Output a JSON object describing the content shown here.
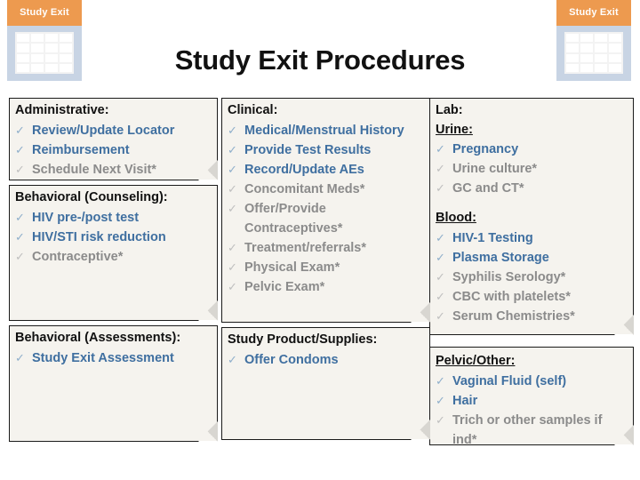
{
  "badges": {
    "label": "Study Exit",
    "icon": "calendar-grid-icon",
    "tab_color": "#ED9A4F",
    "panel_color": "#C8D4E4"
  },
  "title": "Study Exit Procedures",
  "colors": {
    "active_text": "#3F6FA0",
    "inactive_text": "#8B8B8B",
    "heading_text": "#111111",
    "card_background": "#F5F3EE"
  },
  "columns": [
    {
      "name": "administrative-column",
      "cards": [
        {
          "title": "Administrative:",
          "items": [
            {
              "label": "Review/Update Locator",
              "state": "active"
            },
            {
              "label": "Reimbursement",
              "state": "active"
            },
            {
              "label": "Schedule Next Visit*",
              "state": "inactive"
            }
          ]
        },
        {
          "title": "Behavioral (Counseling):",
          "items": [
            {
              "label": "HIV pre-/post test",
              "state": "active"
            },
            {
              "label": "HIV/STI risk reduction",
              "state": "active"
            },
            {
              "label": "Contraceptive*",
              "state": "inactive"
            }
          ]
        },
        {
          "title": "Behavioral (Assessments):",
          "items": [
            {
              "label": "Study Exit Assessment",
              "state": "active"
            }
          ]
        }
      ]
    },
    {
      "name": "clinical-column",
      "cards": [
        {
          "title": "Clinical:",
          "items": [
            {
              "label": "Medical/Menstrual History",
              "state": "active"
            },
            {
              "label": "Provide Test Results",
              "state": "active"
            },
            {
              "label": "Record/Update AEs",
              "state": "active"
            },
            {
              "label": "Concomitant Meds*",
              "state": "inactive"
            },
            {
              "label": "Offer/Provide Contraceptives*",
              "state": "inactive"
            },
            {
              "label": "Treatment/referrals*",
              "state": "inactive"
            },
            {
              "label": "Physical Exam*",
              "state": "inactive"
            },
            {
              "label": "Pelvic Exam*",
              "state": "inactive"
            }
          ]
        },
        {
          "title": "Study Product/Supplies:",
          "items": [
            {
              "label": "Offer Condoms",
              "state": "active"
            }
          ]
        }
      ]
    },
    {
      "name": "lab-column",
      "cards": [
        {
          "title": "Lab:",
          "sections": [
            {
              "heading": "Urine:",
              "items": [
                {
                  "label": "Pregnancy",
                  "state": "active"
                },
                {
                  "label": "Urine culture*",
                  "state": "inactive"
                },
                {
                  "label": "GC and CT*",
                  "state": "inactive"
                }
              ]
            },
            {
              "heading": "Blood:",
              "items": [
                {
                  "label": "HIV-1 Testing",
                  "state": "active"
                },
                {
                  "label": "Plasma Storage",
                  "state": "active"
                },
                {
                  "label": "Syphilis Serology*",
                  "state": "inactive"
                },
                {
                  "label": "CBC with platelets*",
                  "state": "inactive"
                },
                {
                  "label": "Serum Chemistries*",
                  "state": "inactive"
                }
              ]
            }
          ]
        },
        {
          "title": "",
          "sections": [
            {
              "heading": "Pelvic/Other:",
              "items": [
                {
                  "label": "Vaginal Fluid (self)",
                  "state": "active"
                },
                {
                  "label": "Hair",
                  "state": "active"
                },
                {
                  "label": "Trich or other samples if ind*",
                  "state": "inactive"
                }
              ]
            }
          ]
        }
      ]
    }
  ],
  "checkmark_glyph": "✓"
}
